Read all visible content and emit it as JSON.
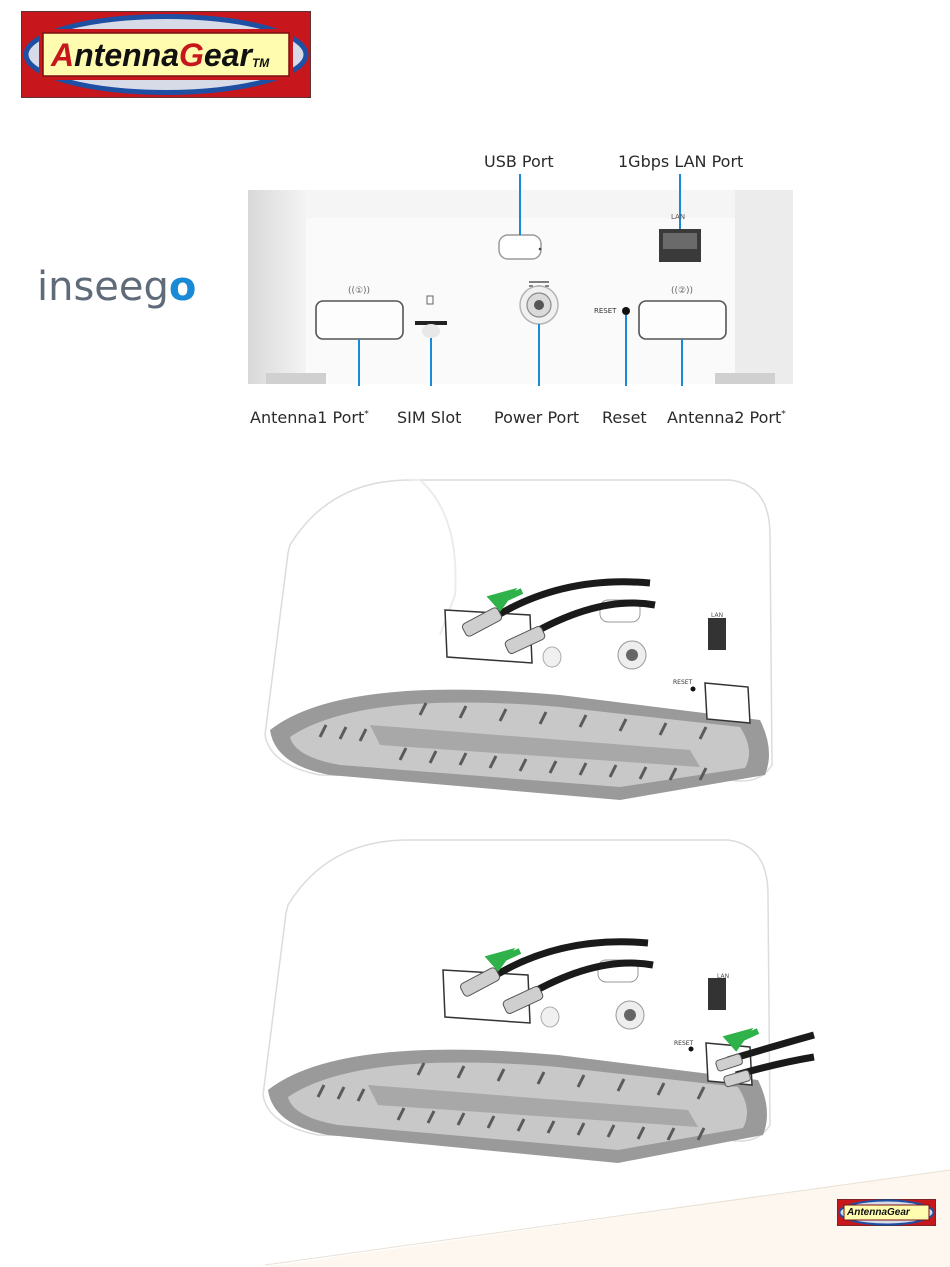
{
  "brand": {
    "logo_text": "AntennaGear",
    "logo_text_a": "A",
    "logo_text_ntenna": "ntenna",
    "logo_text_g": "G",
    "logo_text_ear": "ear",
    "trademark": "TM",
    "colors": {
      "red": "#c8161d",
      "yellow": "#fffcb0",
      "blue": "#1f4fa3"
    }
  },
  "inseego": {
    "text": "inseeg",
    "text_o": "o",
    "colors": {
      "grey": "#5f6b78",
      "blue": "#1a8ad6"
    }
  },
  "diagram": {
    "top_labels": {
      "usb": "USB Port",
      "lan": "1Gbps LAN Port"
    },
    "bottom_labels": {
      "antenna1": "Antenna1 Port",
      "sim": "SIM Slot",
      "power": "Power Port",
      "reset": "Reset",
      "antenna2": "Antenna2 Port",
      "asterisk": "*"
    },
    "device_text": {
      "lan": "LAN",
      "reset": "RESET"
    }
  },
  "illustrations": {
    "lan": "LAN",
    "reset": "RESET"
  },
  "footer": {
    "logo_text": "AntennaGear"
  }
}
